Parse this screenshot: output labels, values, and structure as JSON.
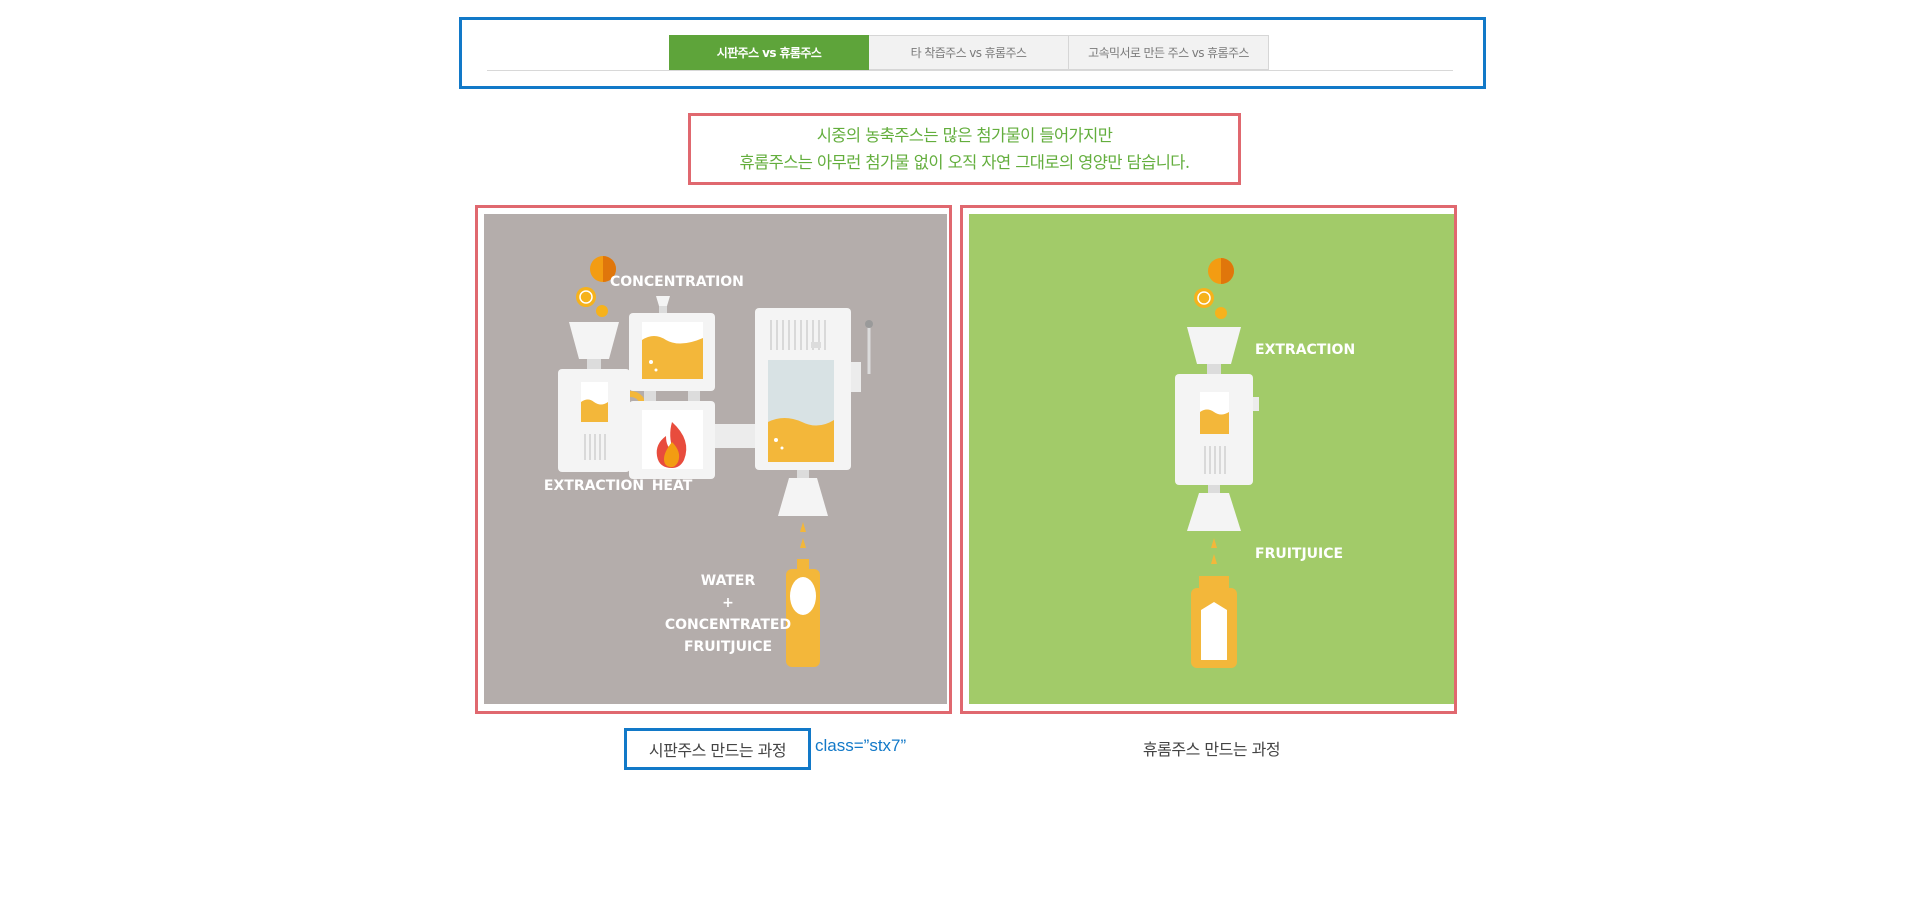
{
  "tabs": [
    {
      "label": "시판주스 vs 휴롬주스",
      "active": true
    },
    {
      "label": "타 착즙주스 vs 휴롬주스",
      "active": false
    },
    {
      "label": "고속믹서로 만든 주스 vs 휴롬주스",
      "active": false
    }
  ],
  "headline": {
    "line1": "시중의 농축주스는 많은 첨가물이 들어가지만",
    "line2": "휴롬주스는 아무런 첨가물 없이 오직 자연 그대로의 영양만 담습니다."
  },
  "left_panel": {
    "labels": {
      "concentration": "CONCENTRATION",
      "extraction": "EXTRACTION",
      "heat": "HEAT",
      "water_1": "WATER",
      "water_2": "+",
      "water_3": "CONCENTRATED",
      "water_4": "FRUITJUICE"
    },
    "caption": "시판주스 만드는 과정",
    "note": "class=”stx7”"
  },
  "right_panel": {
    "labels": {
      "extraction": "EXTRACTION",
      "fruitjuice": "FRUITJUICE"
    },
    "caption": "휴롬주스 만드는 과정"
  },
  "colors": {
    "accent_green": "#5ea43a",
    "left_bg": "#b4adab",
    "right_bg": "#a2cb69",
    "juice": "#f3b73a",
    "orange": "#f39c12",
    "annotation_blue": "#1279c8",
    "annotation_red": "#e0686f"
  }
}
